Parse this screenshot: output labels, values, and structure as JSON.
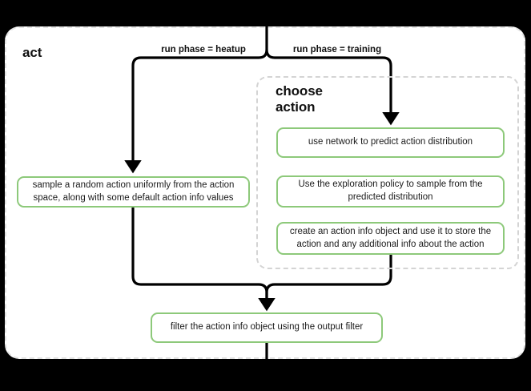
{
  "diagram": {
    "type": "flowchart",
    "background_color": "#000000",
    "panel_color": "#ffffff",
    "accent_color": "#8dc97a",
    "dashed_border_color": "#d4d4d4",
    "edge_color": "#000000"
  },
  "act_group": {
    "title": "act"
  },
  "choose_action_group": {
    "title": "choose\naction",
    "title_line1": "choose",
    "title_line2": "action"
  },
  "edge_labels": {
    "heatup": "run phase = heatup",
    "training": "run phase = training"
  },
  "boxes": {
    "sample_random": "sample a random action uniformly from the action space, along with some default action info values",
    "use_network": "use network to predict action distribution",
    "exploration_policy": "Use the exploration policy to sample from the predicted distribution",
    "create_action_info": "create an action info object and use it to store the action and any additional info about the action",
    "filter_output": "filter the action info object using the output filter"
  }
}
